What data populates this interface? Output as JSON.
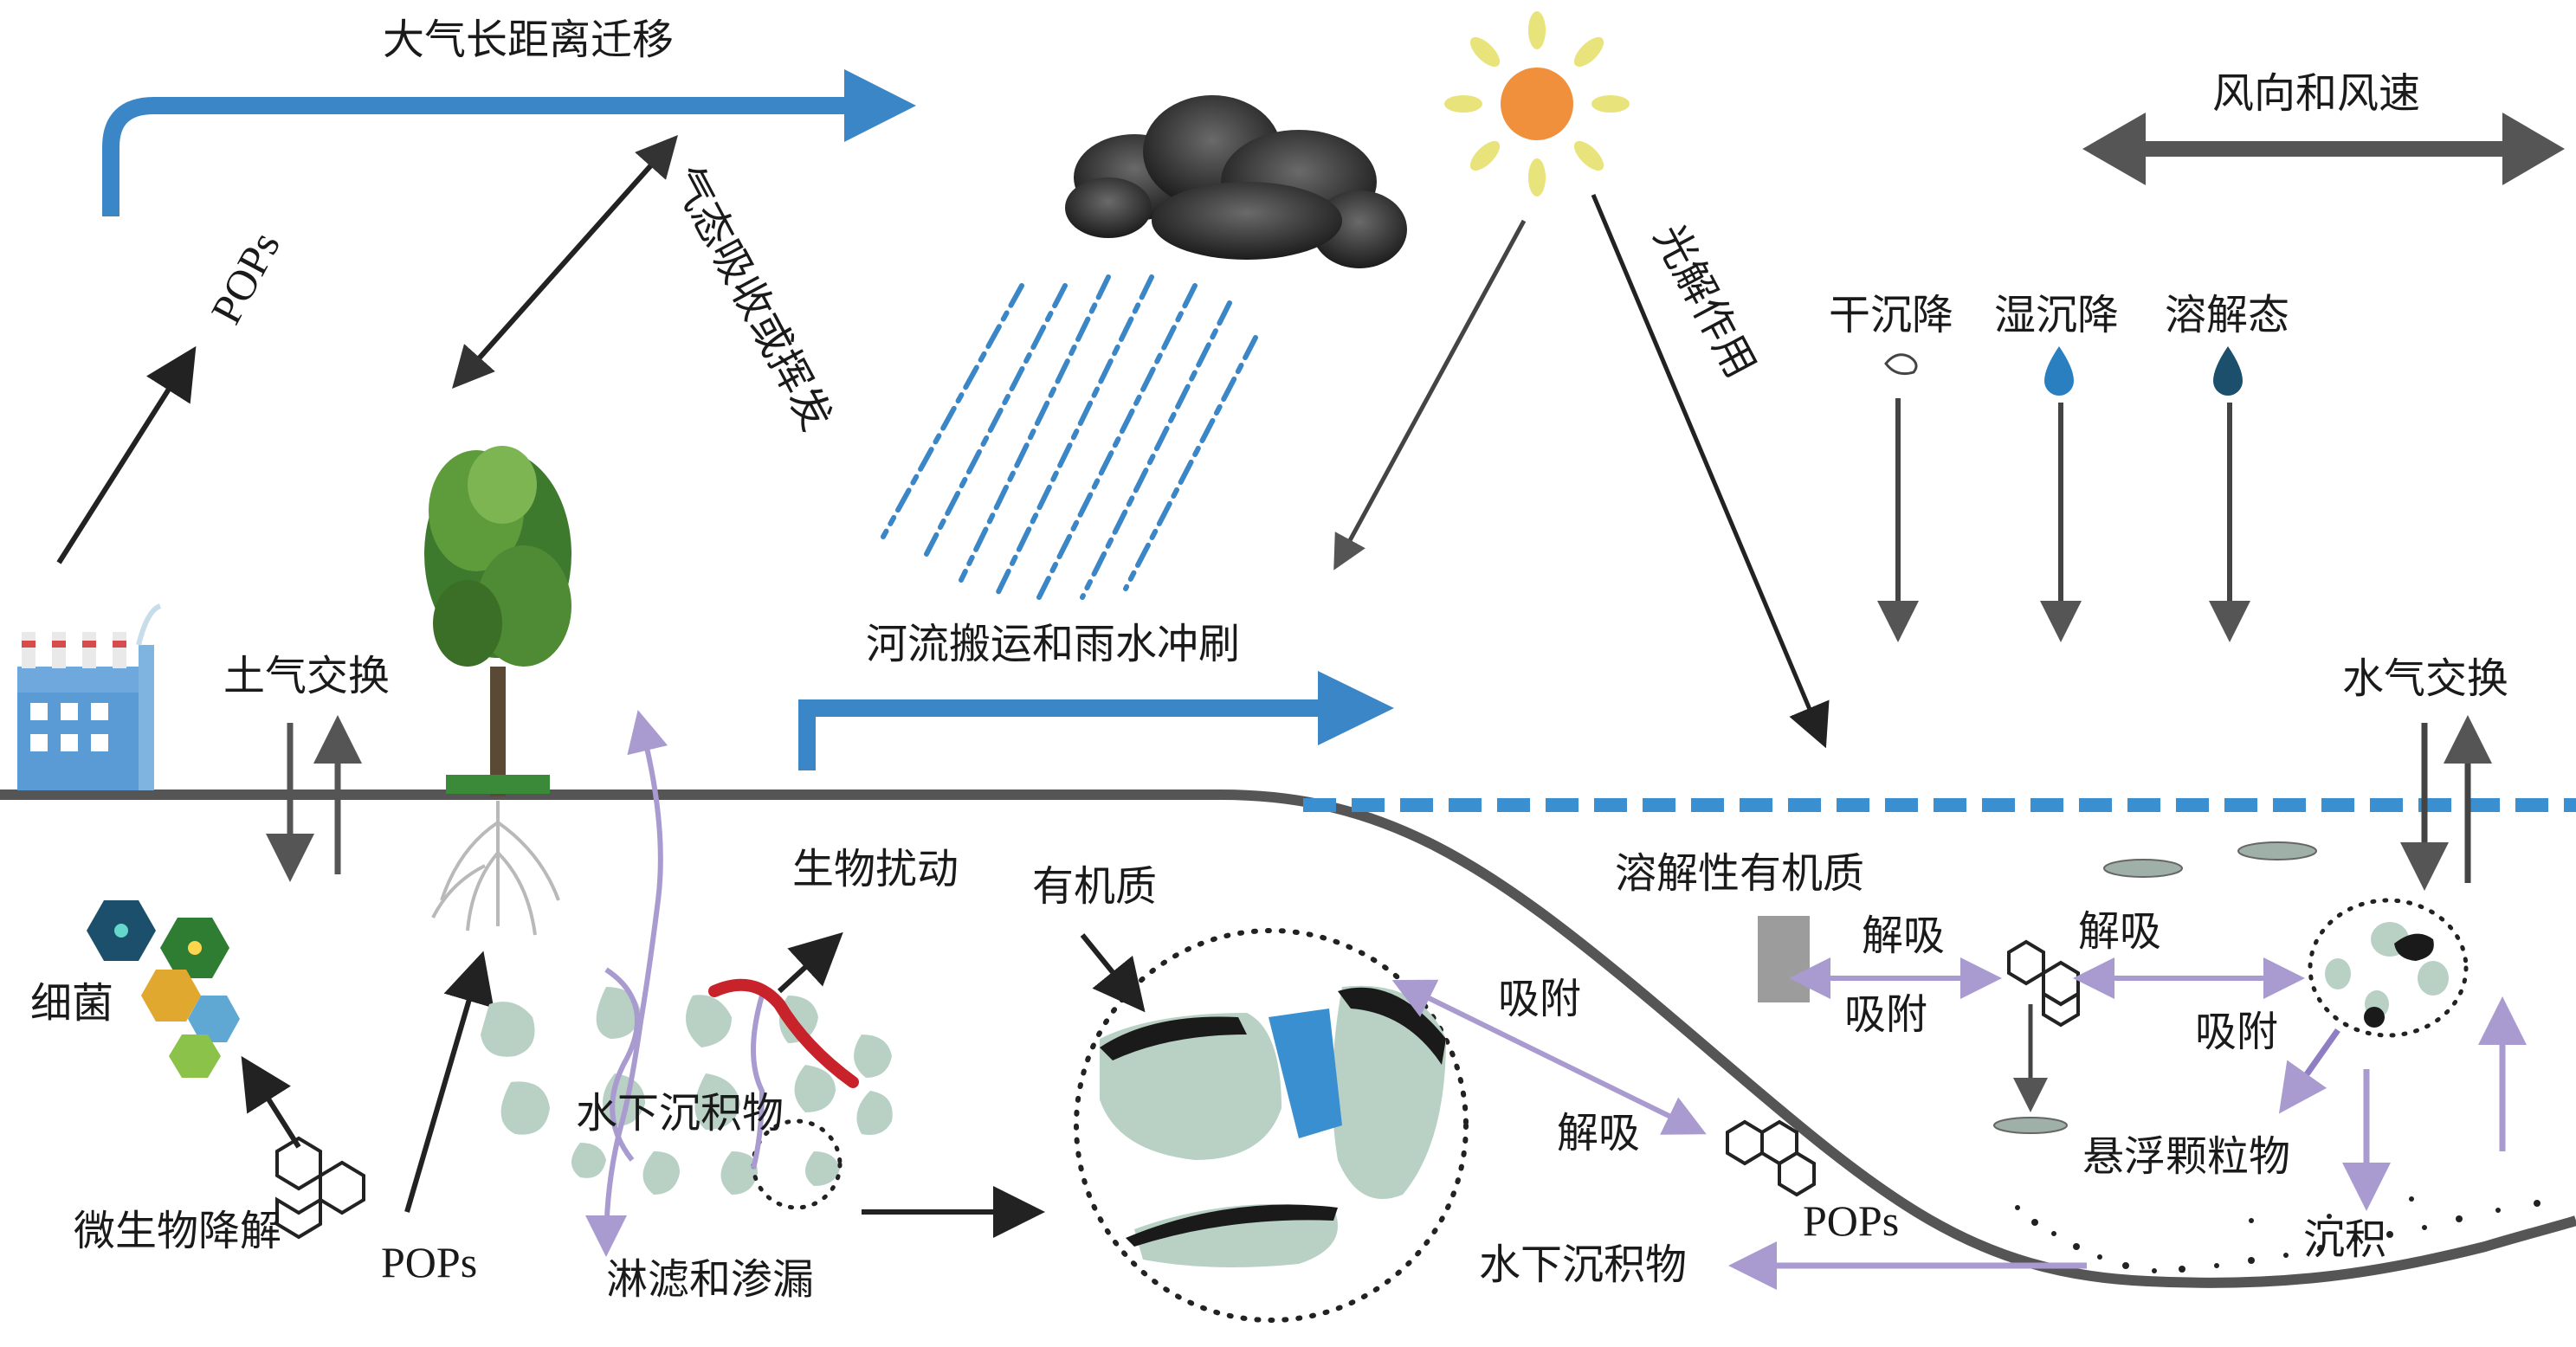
{
  "labels": {
    "long_range": "大气长距离迁移",
    "pops_up": "POPs",
    "gas_absorb": "气态吸收或挥发",
    "photolysis": "光解作用",
    "wind": "风向和风速",
    "dry_dep": "干沉降",
    "wet_dep": "湿沉降",
    "dissolved": "溶解态",
    "soil_air": "土气交换",
    "river": "河流搬运和雨水冲刷",
    "water_air": "水气交换",
    "bio_disturb": "生物扰动",
    "organic_matter": "有机质",
    "dom": "溶解性有机质",
    "desorb_1": "解吸",
    "adsorb_1": "吸附",
    "desorb_2": "解吸",
    "adsorb_2": "吸附",
    "adsorb_3": "吸附",
    "desorb_3": "解吸",
    "bacteria": "细菌",
    "microbial": "微生物降解",
    "pops_soil": "POPs",
    "sediment_left": "水下沉积物",
    "leaching": "淋滤和渗漏",
    "pops_water": "POPs",
    "sediment_right": "水下沉积物",
    "suspended": "悬浮颗粒物",
    "deposition": "沉积"
  },
  "colors": {
    "blue_arrow": "#3a86c6",
    "ground_line": "#555555",
    "water_line": "#3a8fd0",
    "purple_arrow": "#a99bcf",
    "particle": "#b8d1c4",
    "organic": "#1a1a1a",
    "sun": "#f0903c",
    "sun_rays": "#e8e37a",
    "worm": "#c8232b"
  },
  "icons": [
    "factory-icon",
    "tree-icon",
    "sun-icon",
    "cloud-icon",
    "rain-icon",
    "bacteria-icon",
    "pops-molecule-icon",
    "fish-icon",
    "dom-block-icon"
  ]
}
